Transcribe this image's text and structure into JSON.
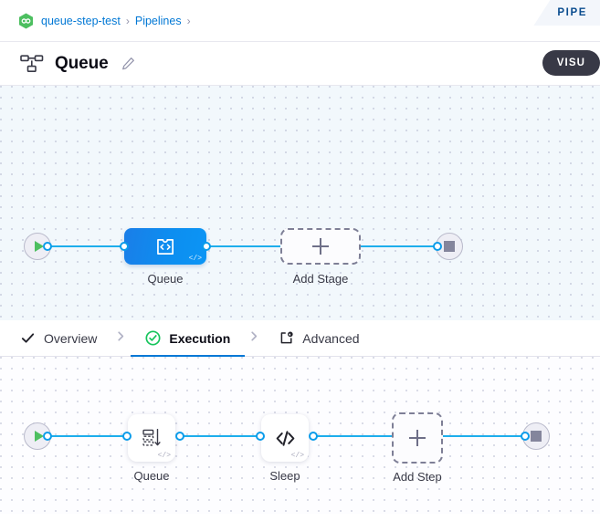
{
  "breadcrumb": {
    "logo_icon": "harness-hexagon-logo",
    "items": [
      {
        "label": "queue-step-test",
        "icon": "harness-hexagon-logo"
      },
      {
        "label": "Pipelines"
      }
    ],
    "separator": "›",
    "pipeline_tab_label": "PIPE"
  },
  "header": {
    "icon": "pipeline-nodes-icon",
    "title": "Queue",
    "edit_icon": "pencil-edit-icon",
    "visual_button_label": "VISU"
  },
  "stage_canvas": {
    "start_node": {
      "name": "start",
      "icon": "play-icon"
    },
    "end_node": {
      "name": "end",
      "icon": "stop-square-icon"
    },
    "nodes": [
      {
        "id": "stage-queue",
        "label": "Queue",
        "icon": "custom-stage-code-icon",
        "badge": "</>",
        "type": "stage",
        "selected": true
      },
      {
        "id": "add-stage",
        "label": "Add Stage",
        "icon": "plus-icon",
        "type": "add"
      }
    ]
  },
  "tabs": {
    "items": [
      {
        "id": "overview",
        "label": "Overview",
        "icon": "check-icon",
        "active": false
      },
      {
        "id": "execution",
        "label": "Execution",
        "icon": "check-circle-green-icon",
        "active": true
      },
      {
        "id": "advanced",
        "label": "Advanced",
        "icon": "advanced-gear-box-icon",
        "active": false
      }
    ],
    "separator_icon": "chevron-right-icon"
  },
  "step_canvas": {
    "start_node": {
      "name": "start",
      "icon": "play-icon"
    },
    "end_node": {
      "name": "end",
      "icon": "stop-square-icon"
    },
    "nodes": [
      {
        "id": "step-queue",
        "label": "Queue",
        "icon": "queue-list-arrow-icon",
        "badge": "</>",
        "type": "step"
      },
      {
        "id": "step-sleep",
        "label": "Sleep",
        "icon": "code-brackets-icon",
        "badge": "</>",
        "type": "step"
      },
      {
        "id": "add-step",
        "label": "Add Step",
        "icon": "plus-icon",
        "type": "add"
      }
    ]
  },
  "colors": {
    "accent_blue": "#0278d5",
    "edge_blue": "#1daeec",
    "stage_blue": "#0d8ef0",
    "success_green": "#4dbf60",
    "dark_pill": "#383946",
    "stage_canvas_bg": "#f2f8fc"
  }
}
